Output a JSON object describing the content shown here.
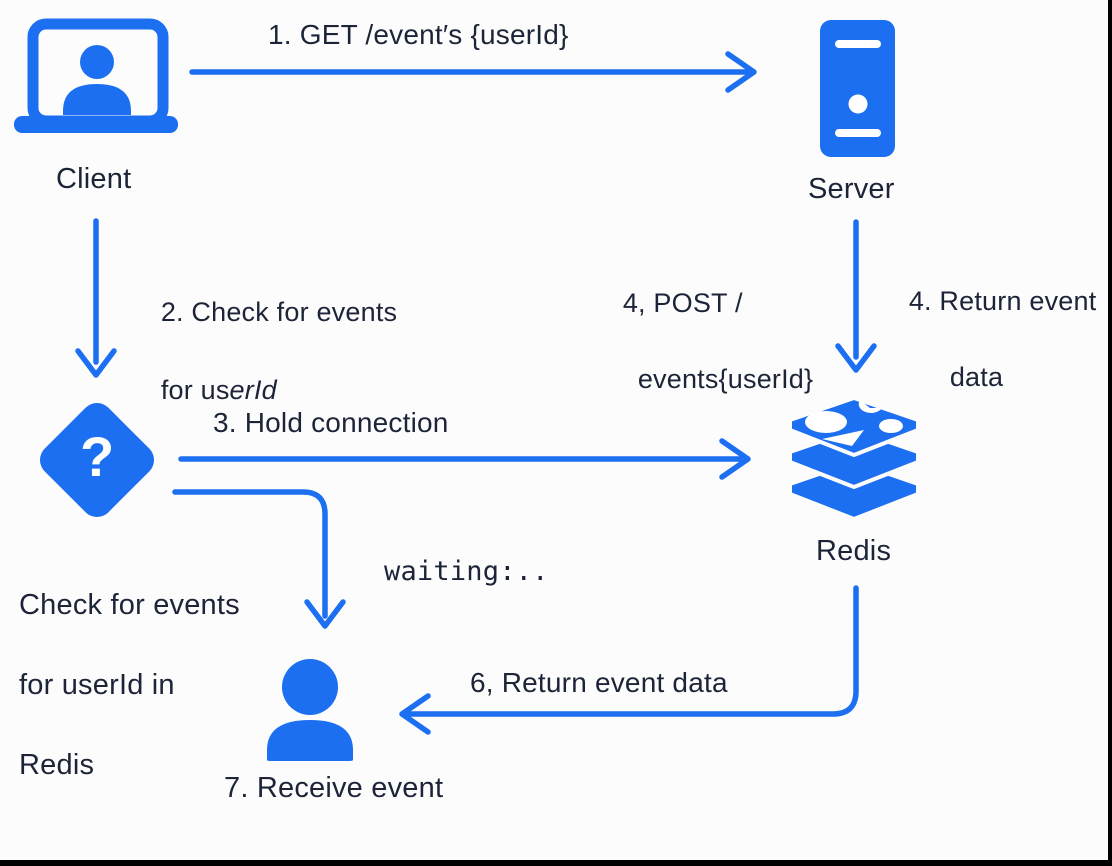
{
  "colors": {
    "accent_blue": "#1b6ff0",
    "arrow_blue": "#1b6ff0",
    "text_dark": "#1c2438",
    "background": "#fcfcfc",
    "border_black": "#000000"
  },
  "nodes": {
    "client": {
      "label": "Client"
    },
    "server": {
      "label": "Server"
    },
    "redis": {
      "label": "Redis"
    },
    "decision": {
      "symbol": "?",
      "caption_lines": [
        "Check for events",
        "for userId in",
        "Redis"
      ]
    },
    "receiver": {
      "label": "7. Receive event"
    }
  },
  "edges": {
    "e1_get": {
      "label": "1. GET /event′s {userId}"
    },
    "e2_check": {
      "line1": "2. Check for events",
      "line2_prefix": "for us",
      "line2_italic": "erId"
    },
    "e3_hold": {
      "label": "3. Hold connection"
    },
    "e4_post": {
      "line1": "4, POST /",
      "line2": "events{userId}"
    },
    "e4_return": {
      "line1": "4. Return event",
      "line2": "data"
    },
    "e5_waiting": {
      "label": "waiting:.."
    },
    "e6_return": {
      "label": "6, Return event data"
    }
  }
}
